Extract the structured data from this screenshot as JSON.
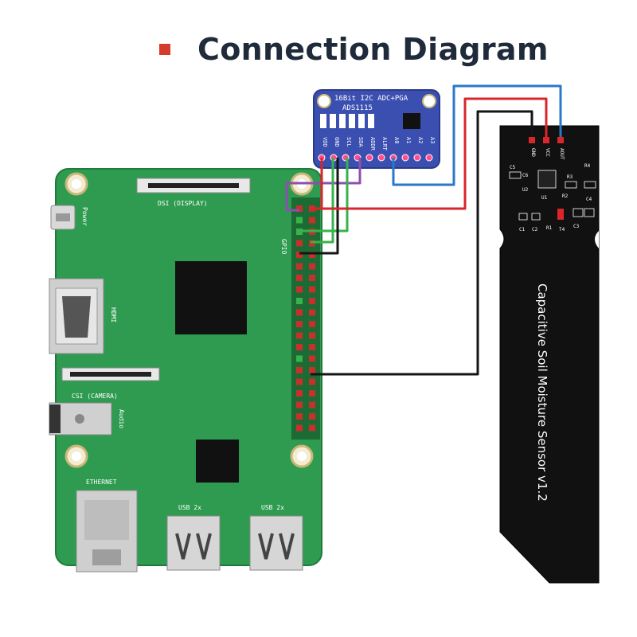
{
  "title": "Connection Diagram",
  "colors": {
    "title_bullet": "#d63b2a",
    "title_text": "#1f2a3a",
    "pi_board": "#2e9b50",
    "ads_board": "#3a4fb0",
    "sensor_board": "#111111",
    "wire_red": "#d8262b",
    "wire_black": "#151515",
    "wire_blue": "#2a78c8",
    "wire_green": "#38b24a",
    "wire_purple": "#8d4fb0"
  },
  "adc": {
    "title_line1": "16Bit I2C ADC+PGA",
    "title_line2": "ADS1115",
    "pins": [
      "VDD",
      "GND",
      "SCL",
      "SDA",
      "ADDR",
      "ALRT",
      "A0",
      "A1",
      "A2",
      "A3"
    ]
  },
  "pi": {
    "dsi_label": "DSI (DISPLAY)",
    "power_label": "Power",
    "hdmi_label": "HDMI",
    "csi_label": "CSI (CAMERA)",
    "audio_label": "Audio",
    "ethernet_label": "ETHERNET",
    "usb1_label": "USB 2x",
    "usb2_label": "USB 2x",
    "gpio_label": "GPIO"
  },
  "sensor": {
    "title": "Capacitive Soil Moisture Sensor v1.2",
    "pins": [
      "GND",
      "VCC",
      "AOUT"
    ],
    "components": [
      "C5",
      "C6",
      "U2",
      "R3",
      "R4",
      "R2",
      "C4",
      "R1",
      "C1",
      "C2",
      "T4",
      "C3",
      "U1"
    ]
  }
}
